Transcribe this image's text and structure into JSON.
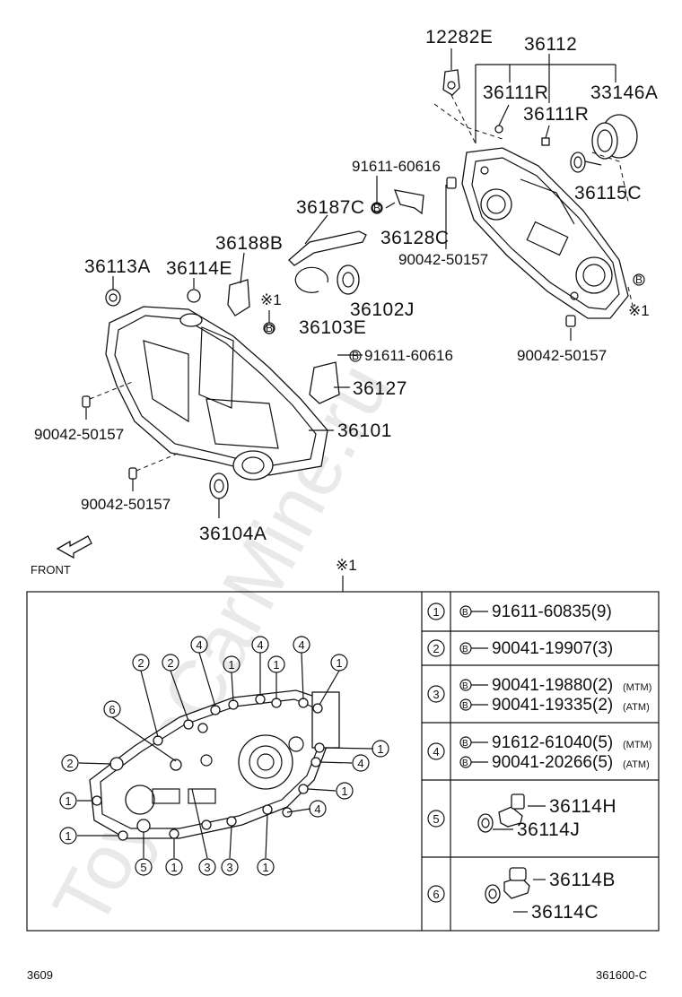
{
  "watermark": "ToyotaCarMine.ru",
  "front_label": "FRONT",
  "callouts": {
    "p12282E": "12282E",
    "p36112": "36112",
    "p36111R_a": "36111R",
    "p36111R_b": "36111R",
    "p33146A": "33146A",
    "p36115C": "36115C",
    "p91611_60616_top": "91611-60616",
    "p36187C": "36187C",
    "p36128C": "36128C",
    "p90042_50157_top": "90042-50157",
    "p36188B": "36188B",
    "p36113A": "36113A",
    "p36114E": "36114E",
    "ref1_mark_a": "※1",
    "ref1_mark_b": "※1",
    "p36102J": "36102J",
    "p36103E": "36103E",
    "p91611_60616_mid": "91611-60616",
    "p90042_50157_right": "90042-50157",
    "p36127": "36127",
    "p36101": "36101",
    "p90042_50157_left1": "90042-50157",
    "p90042_50157_left2": "90042-50157",
    "p36104A": "36104A",
    "ref1_box_mark": "※1"
  },
  "bolt_markers": [
    "1",
    "2",
    "3",
    "4",
    "5",
    "6"
  ],
  "bolt_table": [
    {
      "num": "1",
      "lines": [
        {
          "part": "91611-60835(9)",
          "note": ""
        }
      ]
    },
    {
      "num": "2",
      "lines": [
        {
          "part": "90041-19907(3)",
          "note": ""
        }
      ]
    },
    {
      "num": "3",
      "lines": [
        {
          "part": "90041-19880(2)",
          "note": "(MTM)"
        },
        {
          "part": "90041-19335(2)",
          "note": "(ATM)"
        }
      ]
    },
    {
      "num": "4",
      "lines": [
        {
          "part": "91612-61040(5)",
          "note": "(MTM)"
        },
        {
          "part": "90041-20266(5)",
          "note": "(ATM)"
        }
      ]
    },
    {
      "num": "5",
      "lines": [
        {
          "part": "36114H",
          "note": ""
        },
        {
          "part": "36114J",
          "note": ""
        }
      ]
    },
    {
      "num": "6",
      "lines": [
        {
          "part": "36114B",
          "note": ""
        },
        {
          "part": "36114C",
          "note": ""
        }
      ]
    }
  ],
  "b_symbol": "B",
  "footer": {
    "left": "3609",
    "right": "361600-C"
  }
}
